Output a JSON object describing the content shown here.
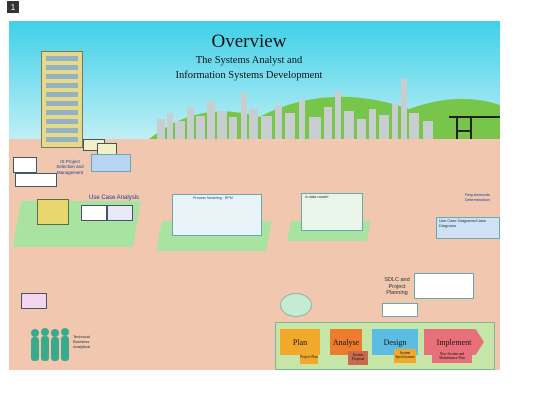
{
  "slide_number": "1",
  "header": {
    "title": "Overview",
    "subtitle_line1": "The Systems Analyst and",
    "subtitle_line2": "Information Systems Development"
  },
  "labels": {
    "project_selection": "IS Project Selection and Management",
    "use_case": "Use Case Analysis",
    "process_modeling": "Process Modeling - RPM",
    "data_model": "A data model",
    "requirements": "Requirements Determination",
    "use_case_diagrams": "Use Case Diagrams/Class Diagrams",
    "sdlc_project": "SDLC and Project Planning",
    "business_analyst": "Technical Business Analytical"
  },
  "sdlc_phases": [
    {
      "name": "Plan",
      "detail": "Project Plan",
      "color": "#f2a82a"
    },
    {
      "name": "Analyse",
      "detail": "System Proposal",
      "color": "#ef7b2d"
    },
    {
      "name": "Design",
      "detail": "System Specification",
      "color": "#5bbde3"
    },
    {
      "name": "Implement",
      "detail": "New System and Maintenance Plan",
      "color": "#e8707a"
    }
  ],
  "colors": {
    "sky_top": "#3fd0e8",
    "sky_bottom": "#bfeff5",
    "ground": "#f2c7b0",
    "hills": "#77c64a",
    "mat": "#a9e3a2"
  }
}
